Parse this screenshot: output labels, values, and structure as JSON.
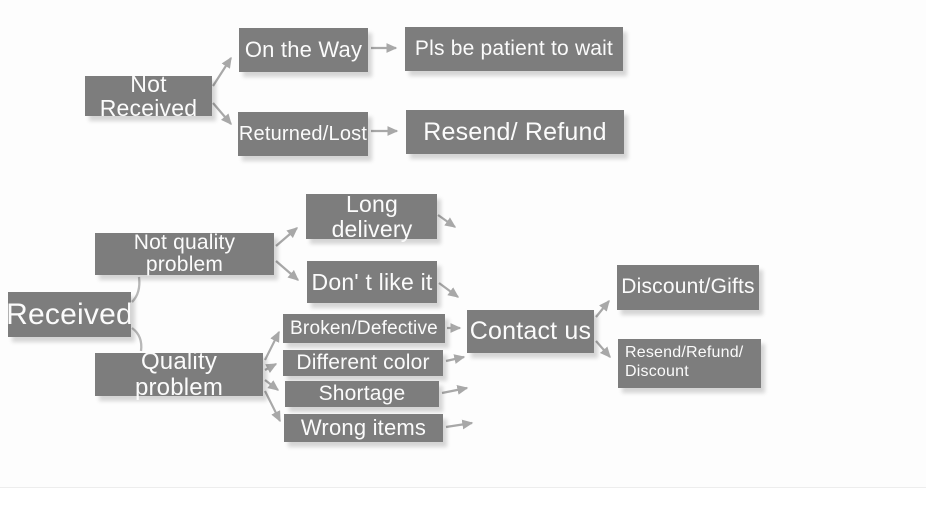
{
  "colors": {
    "node_bg": "#7d7d7d",
    "node_text": "#fbfbfb",
    "arrow": "#a8a8a8",
    "connector": "#b8b8b8",
    "canvas_bg": "#fdfdfd",
    "page_bg": "#ffffff",
    "faint_line": "#ededed"
  },
  "nodes": {
    "not_received": {
      "label": "Not Received"
    },
    "on_the_way": {
      "label": "On the Way"
    },
    "pls_wait": {
      "label": "Pls be patient to wait"
    },
    "returned_lost": {
      "label": "Returned/Lost"
    },
    "resend_refund": {
      "label": "Resend/ Refund"
    },
    "received": {
      "label": "Received"
    },
    "not_quality_problem": {
      "label": "Not quality problem"
    },
    "long_delivery": {
      "label": "Long delivery"
    },
    "dont_like_it": {
      "label": "Don' t like it"
    },
    "quality_problem": {
      "label": "Quality problem"
    },
    "broken_defective": {
      "label": "Broken/Defective"
    },
    "different_color": {
      "label": "Different color"
    },
    "shortage": {
      "label": "Shortage"
    },
    "wrong_items": {
      "label": "Wrong items"
    },
    "contact_us": {
      "label": "Contact us"
    },
    "discount_gifts": {
      "label": "Discount/Gifts"
    },
    "resend_refund_discount": {
      "label": "Resend/Refund/\nDiscount"
    }
  },
  "edges": [
    {
      "from": "not_received",
      "to": "on_the_way"
    },
    {
      "from": "not_received",
      "to": "returned_lost"
    },
    {
      "from": "on_the_way",
      "to": "pls_wait"
    },
    {
      "from": "returned_lost",
      "to": "resend_refund"
    },
    {
      "from": "received",
      "to": "not_quality_problem"
    },
    {
      "from": "received",
      "to": "quality_problem"
    },
    {
      "from": "not_quality_problem",
      "to": "long_delivery"
    },
    {
      "from": "not_quality_problem",
      "to": "dont_like_it"
    },
    {
      "from": "long_delivery",
      "to": null
    },
    {
      "from": "dont_like_it",
      "to": "contact_us"
    },
    {
      "from": "quality_problem",
      "to": "broken_defective"
    },
    {
      "from": "quality_problem",
      "to": "different_color"
    },
    {
      "from": "quality_problem",
      "to": "shortage"
    },
    {
      "from": "quality_problem",
      "to": "wrong_items"
    },
    {
      "from": "broken_defective",
      "to": "contact_us"
    },
    {
      "from": "different_color",
      "to": null
    },
    {
      "from": "shortage",
      "to": null
    },
    {
      "from": "wrong_items",
      "to": null
    },
    {
      "from": "contact_us",
      "to": "discount_gifts"
    },
    {
      "from": "contact_us",
      "to": "resend_refund_discount"
    }
  ]
}
